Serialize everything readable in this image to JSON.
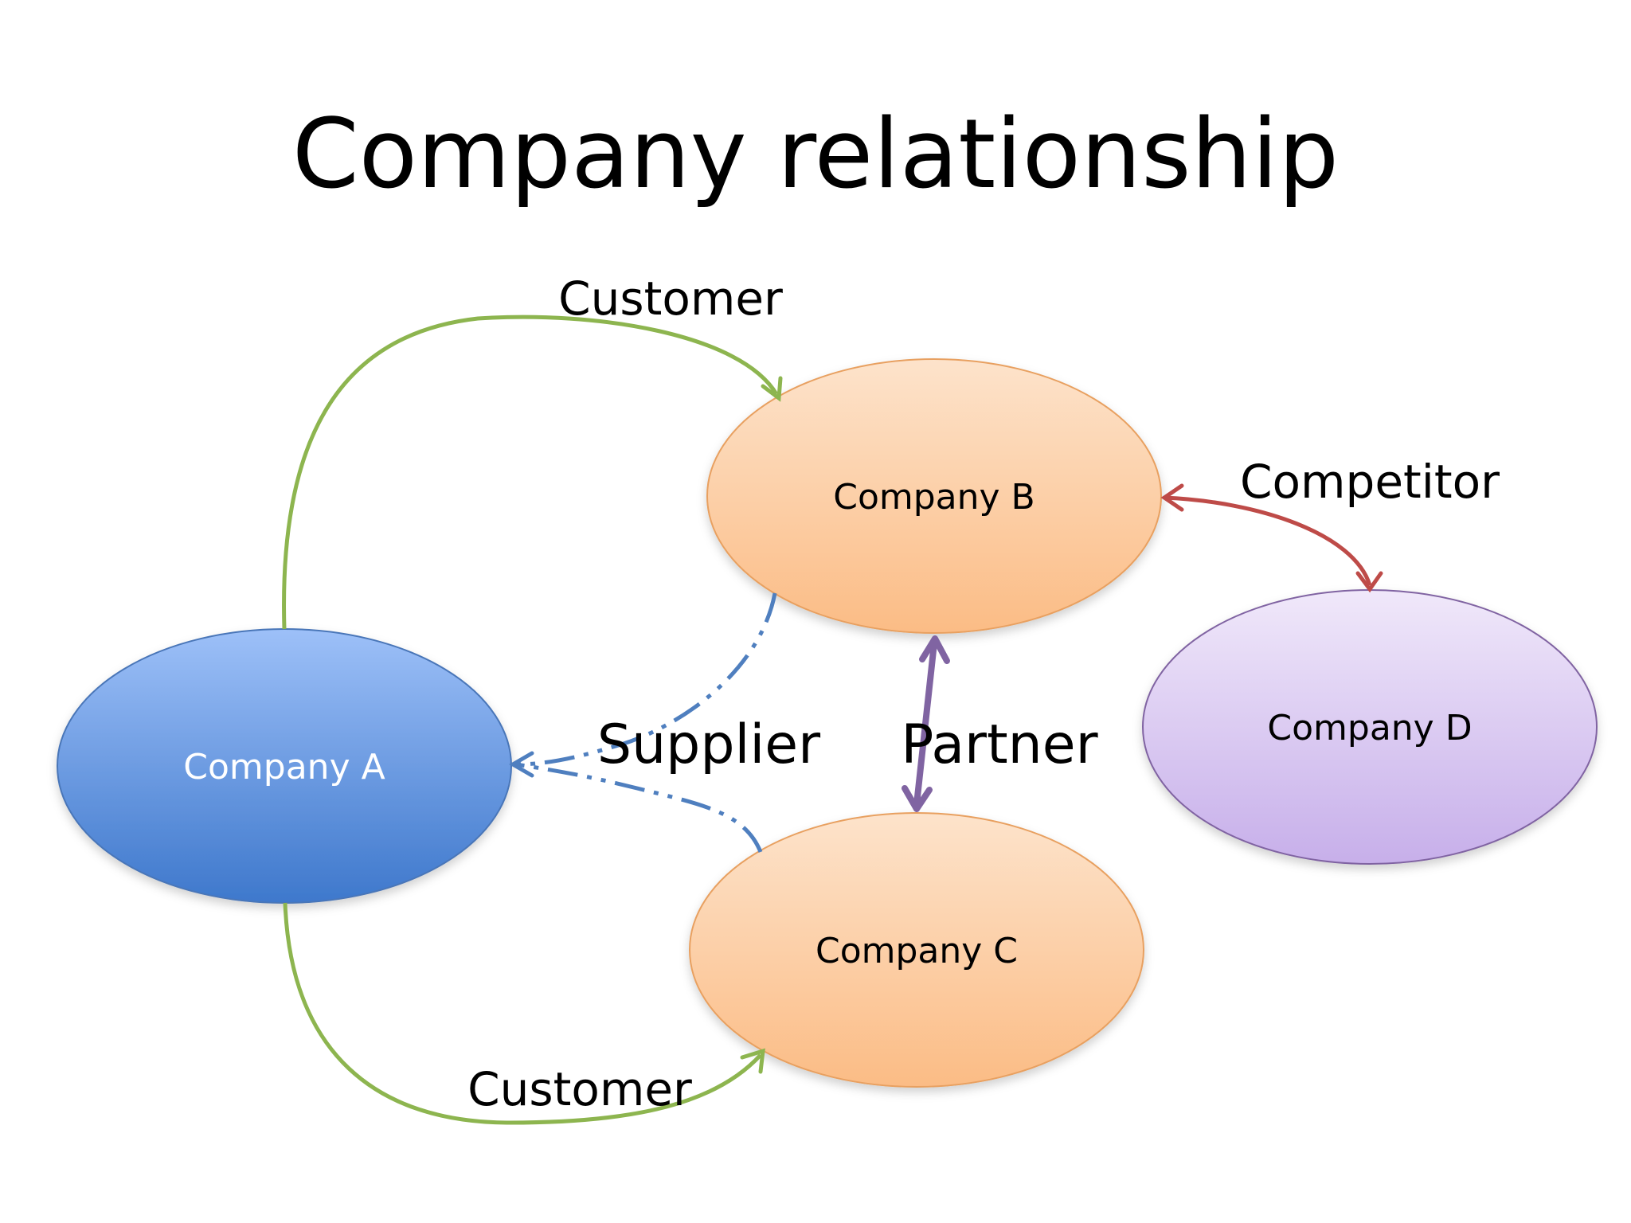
{
  "title": "Company relationship",
  "nodes": {
    "a": {
      "label": "Company A"
    },
    "b": {
      "label": "Company B"
    },
    "c": {
      "label": "Company C"
    },
    "d": {
      "label": "Company D"
    }
  },
  "edges": {
    "a_b_customer": {
      "label": "Customer"
    },
    "a_c_customer": {
      "label": "Customer"
    },
    "supplier": {
      "label": "Supplier"
    },
    "partner": {
      "label": "Partner"
    },
    "competitor": {
      "label": "Competitor"
    }
  },
  "colors": {
    "customer": "#8DB54F",
    "supplier": "#4F7FBF",
    "partner": "#8064A2",
    "competitor": "#BE4B48",
    "company_a": "#5A8AD6",
    "company_bc": "#FBC08F",
    "company_d": "#D8C8EE"
  }
}
